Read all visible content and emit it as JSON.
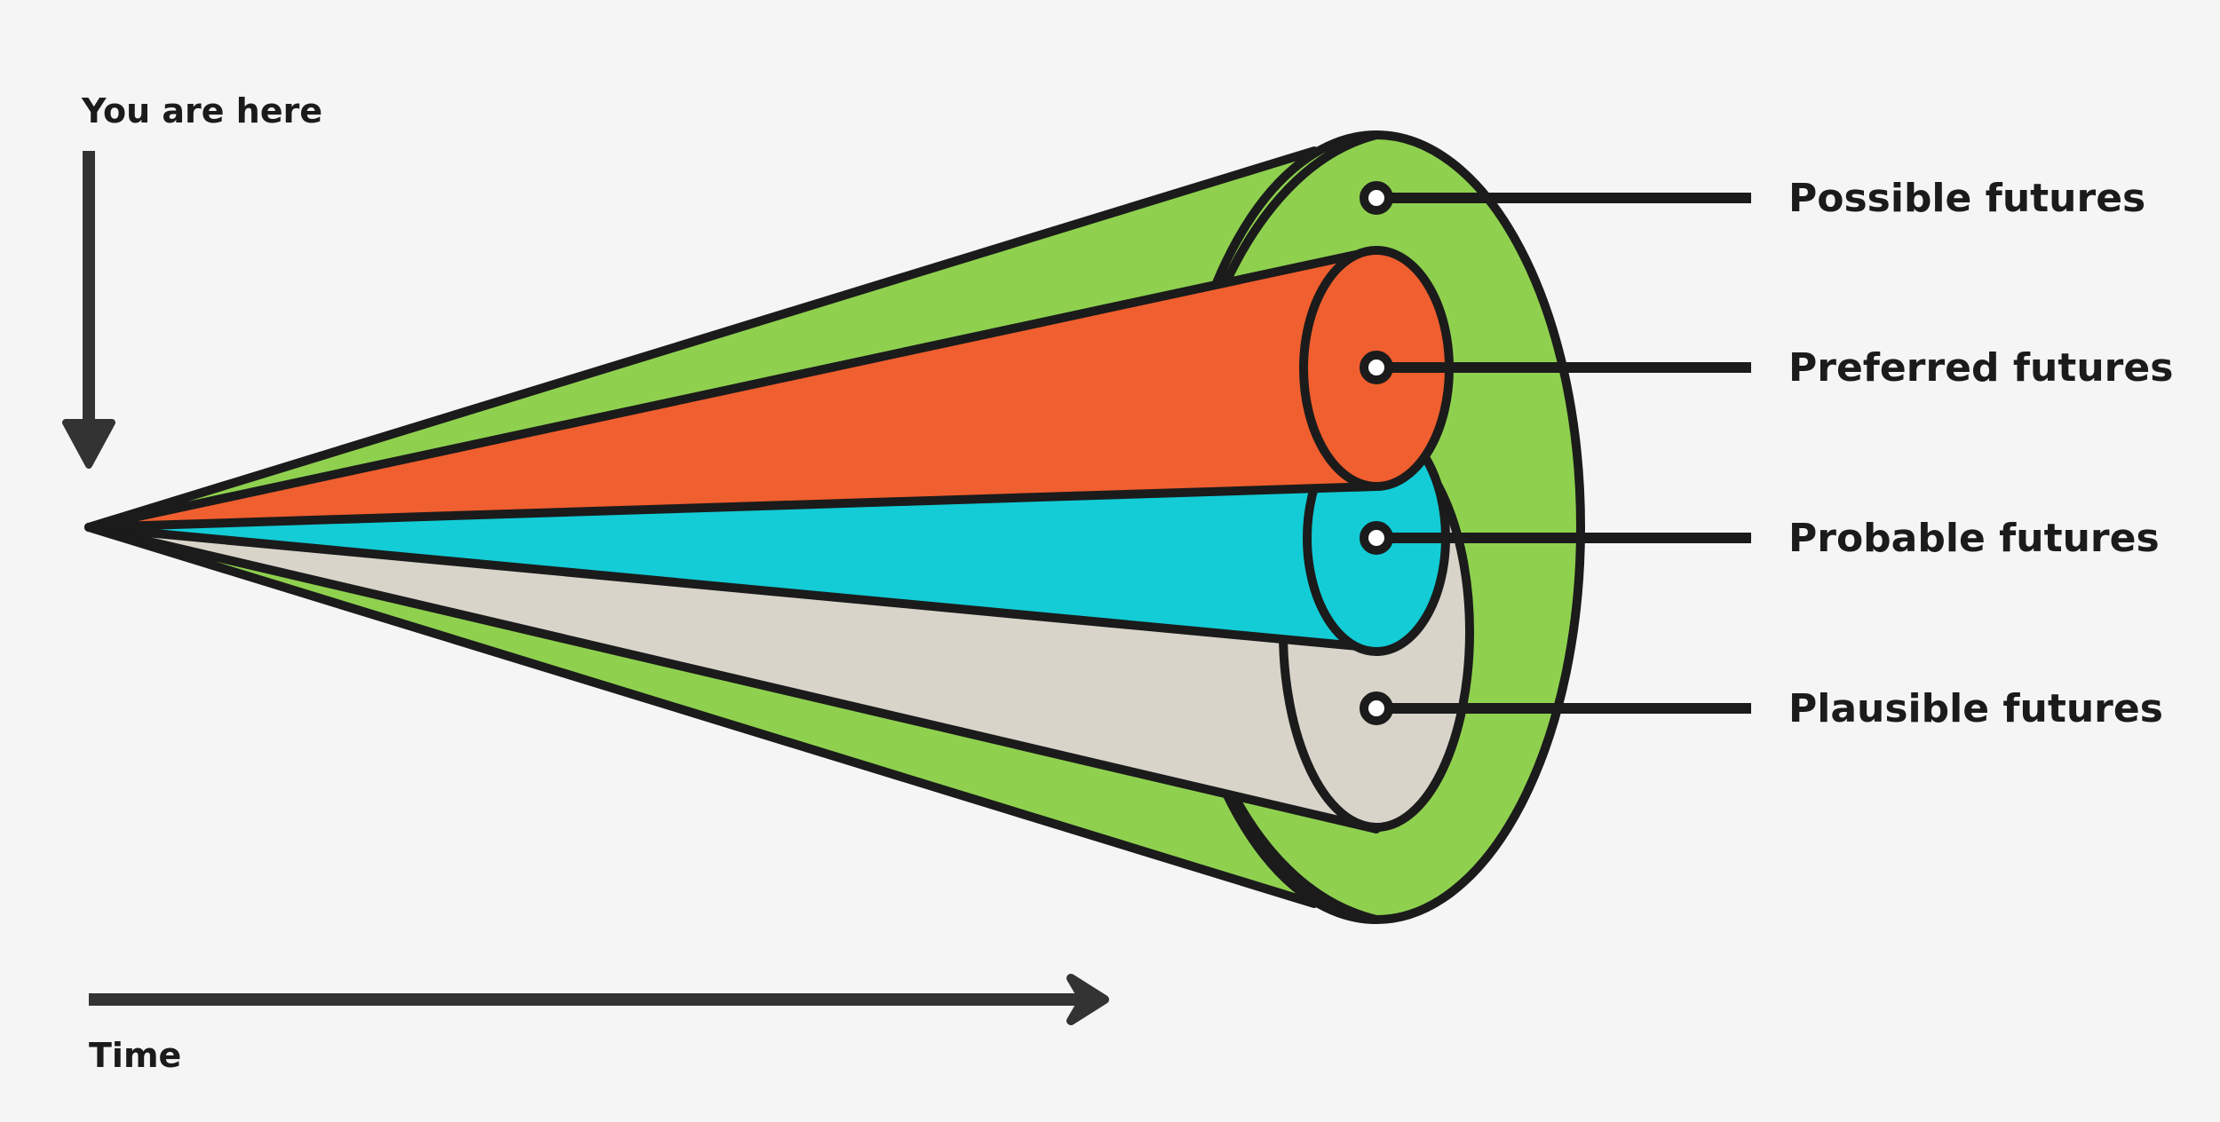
{
  "labels": {
    "you_are_here": "You are here",
    "time": "Time"
  },
  "futures": [
    {
      "label": "Possible futures",
      "color": "#8fd14f"
    },
    {
      "label": "Preferred futures",
      "color": "#f05f2f"
    },
    {
      "label": "Probable futures",
      "color": "#13ccd6"
    },
    {
      "label": "Plausible futures",
      "color": "#d9d4ca"
    }
  ],
  "colors": {
    "background": "#f5f5f5",
    "outline": "#1b1b1b",
    "arrow": "#333333"
  }
}
